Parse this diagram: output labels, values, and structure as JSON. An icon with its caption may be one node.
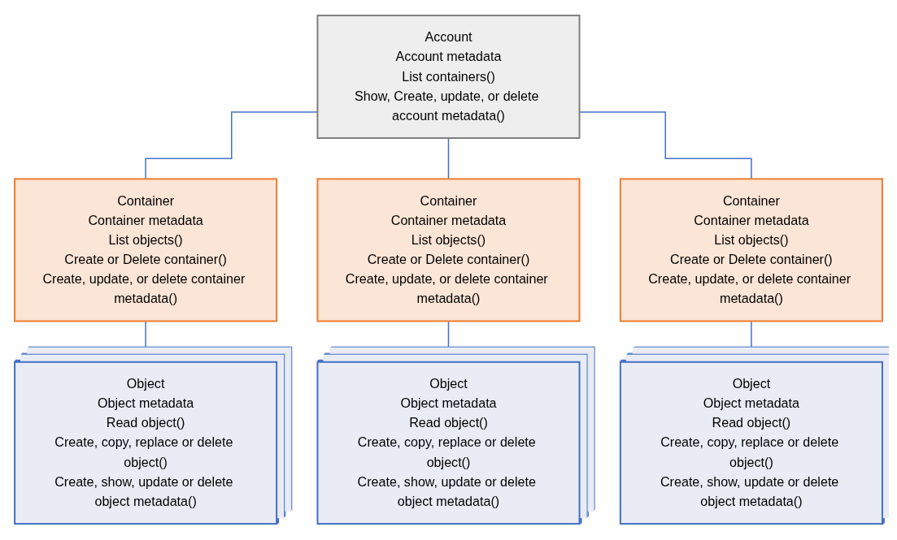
{
  "diagram": {
    "nodes": [
      {
        "text": [
          "Account",
          "Account metadata",
          "List containers()",
          "Show, Create, update, or delete account metadata()"
        ]
      },
      {
        "text": [
          "Container",
          "Container metadata",
          "List objects()",
          "Create or Delete container()",
          "Create, update, or delete container metadata()"
        ]
      },
      {
        "text": [
          "Container",
          "Container metadata",
          "List objects()",
          "Create or Delete container()",
          "Create, update, or delete container metadata()"
        ]
      },
      {
        "text": [
          "Container",
          "Container metadata",
          "List objects()",
          "Create or Delete container()",
          "Create, update, or delete container metadata()"
        ]
      },
      {
        "text": [
          "Object",
          "Object metadata",
          "Read object()",
          "Create, copy, replace or delete object()",
          "Create, show, update or delete object metadata()"
        ]
      },
      {
        "text": [
          "Object",
          "Object metadata",
          "Read object()",
          "Create, copy, replace or delete object()",
          "Create, show, update or delete object metadata()"
        ]
      },
      {
        "text": [
          "Object",
          "Object metadata",
          "Read object()",
          "Create, copy, replace or delete object()",
          "Create, show, update or delete object metadata()"
        ]
      }
    ],
    "edges": [
      {
        "from": 0,
        "to": 1,
        "arrow": "none"
      },
      {
        "from": 0,
        "to": 2,
        "arrow": "none"
      },
      {
        "from": 0,
        "to": 3,
        "arrow": "none"
      },
      {
        "from": 1,
        "to": 4,
        "arrow": "none"
      },
      {
        "from": 2,
        "to": 5,
        "arrow": "none"
      },
      {
        "from": 3,
        "to": 6,
        "arrow": "none"
      }
    ]
  }
}
